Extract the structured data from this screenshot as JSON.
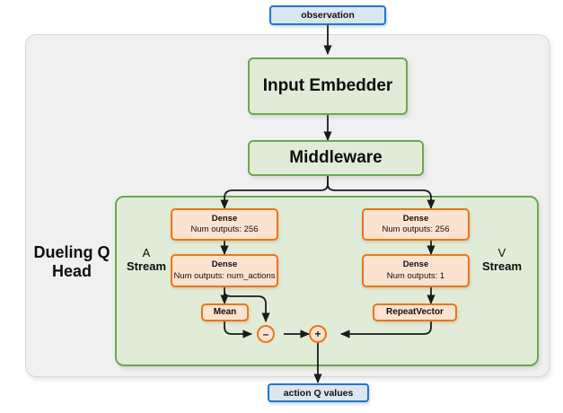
{
  "diagram": {
    "title_label": "Dueling Q Head",
    "io_nodes": {
      "input": "observation",
      "output": "action Q values"
    },
    "trunk_nodes": [
      {
        "label": "Input Embedder"
      },
      {
        "label": "Middleware"
      }
    ],
    "stream_labels": {
      "advantage_top": "A",
      "advantage_bottom": "Stream",
      "value_top": "V",
      "value_bottom": "Stream"
    },
    "advantage_stream": {
      "dense_1": {
        "title": "Dense",
        "subtitle": "Num outputs: 256"
      },
      "dense_2": {
        "title": "Dense",
        "subtitle": "Num outputs: num_actions"
      },
      "mean": {
        "title": "Mean"
      }
    },
    "value_stream": {
      "dense_1": {
        "title": "Dense",
        "subtitle": "Num outputs: 256"
      },
      "dense_2": {
        "title": "Dense",
        "subtitle": "Num outputs: 1"
      },
      "repeat_vector": {
        "title": "RepeatVector"
      }
    },
    "operators": {
      "subtract": "–",
      "add": "+"
    },
    "colors": {
      "io_border": "#1f77d0",
      "io_fill": "#dce6f1",
      "green_border": "#6aa84f",
      "green_fill": "#e1ecd8",
      "orange_border": "#e8761d",
      "orange_fill": "#fce3d0",
      "container_fill": "#f0f0f0",
      "edge": "#1a1a1a"
    }
  }
}
